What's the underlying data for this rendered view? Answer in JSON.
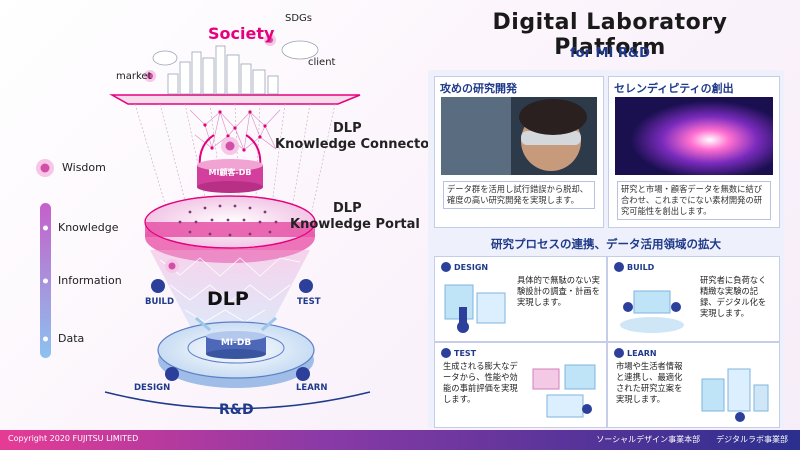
{
  "diagram": {
    "society": "Society",
    "sdgs": "SDGs",
    "market": "market",
    "client": "client",
    "connector": [
      "DLP",
      "Knowledge Connector"
    ],
    "portal": [
      "DLP",
      "Knowledge Portal"
    ],
    "mi_kokyaku_db": "MI顧客-DB",
    "dlp": "DLP",
    "mi_db": "MI-DB",
    "build": "BUILD",
    "test": "TEST",
    "design": "DESIGN",
    "learn": "LEARN",
    "rnd": "R&D",
    "legend": [
      "Wisdom",
      "Knowledge",
      "Information",
      "Data"
    ]
  },
  "header": {
    "title": "Digital Laboratory Platform",
    "subtitle": "for MI R&D"
  },
  "cards": [
    {
      "heading": "攻めの研究開発",
      "text": "データ群を活用し試行錯誤から脱却、確度の高い研究開発を実現します。"
    },
    {
      "heading": "セレンディピティの創出",
      "text": "研究と市場・顧客データを無数に結び合わせ、これまでにない素材開発の研究可能性を創出します。"
    }
  ],
  "section_title": "研究プロセスの連携、データ活用領域の拡大",
  "process": [
    {
      "tag": "DESIGN",
      "text": "具体的で無駄のない実験設計の調査・計画を実現します。"
    },
    {
      "tag": "BUILD",
      "text": "研究者に負荷なく精緻な実験の記録、デジタル化を実現します。"
    },
    {
      "tag": "TEST",
      "text": "生成される膨大なデータから、性能や効能の事前評価を実現します。"
    },
    {
      "tag": "LEARN",
      "text": "市場や生活者情報と連携し、最適化された研究立案を実現します。"
    }
  ],
  "footer": {
    "copyright": "Copyright 2020 FUJITSU LIMITED",
    "right": "ソーシャルデザイン事業本部　　デジタルラボ事業部"
  },
  "colors": {
    "accent": "#e6007e",
    "navy": "#1f3a8a",
    "legend_gradient": [
      "#c560c9",
      "#7fb6ee"
    ]
  }
}
